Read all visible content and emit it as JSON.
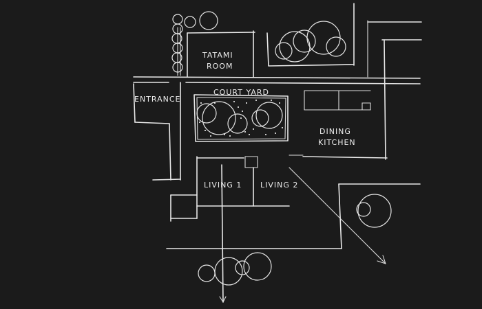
{
  "labels": {
    "tatami_line1": "TATAMI",
    "tatami_line2": "ROOM",
    "entrance": "ENTRANCE",
    "courtyard": "COURT YARD",
    "dining_line1": "DINING",
    "dining_line2": "KITCHEN",
    "living1": "LIVING 1",
    "living2": "LIVING 2"
  },
  "colors": {
    "background": "#1b1b1b",
    "chalk": "#e8e8e8"
  }
}
